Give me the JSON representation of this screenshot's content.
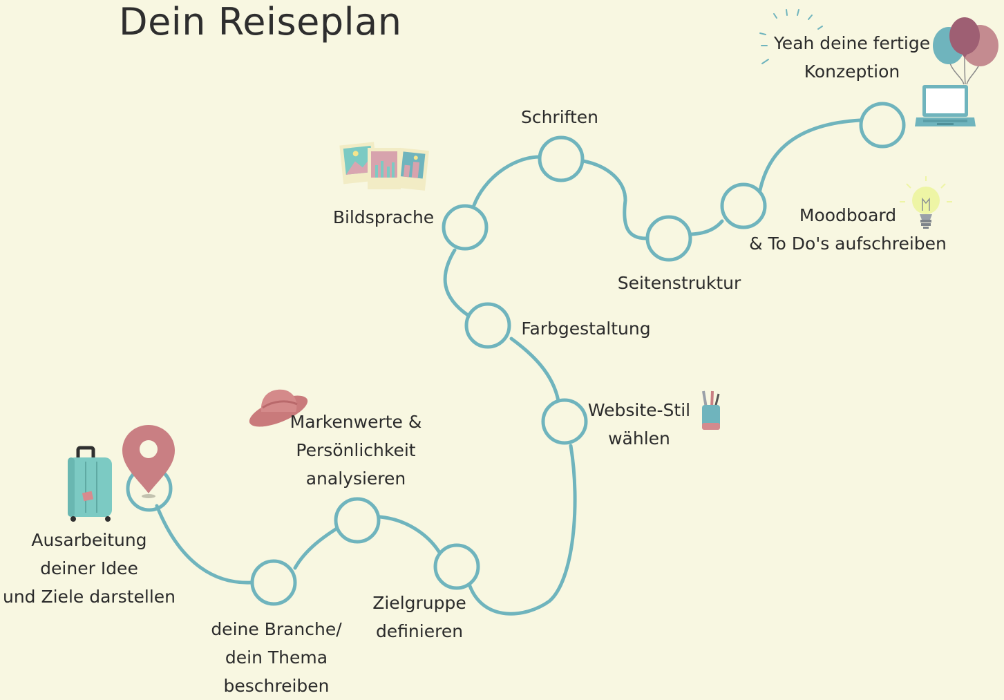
{
  "title": "Dein Reiseplan",
  "colors": {
    "background": "#f8f7e1",
    "path": "#6fb4bd",
    "pin": "#c97f83",
    "suitcase": "#7ccac3"
  },
  "steps": [
    {
      "lines": [
        "Ausarbeitung",
        "deiner Idee",
        "und Ziele darstellen"
      ]
    },
    {
      "lines": [
        "deine Branche/",
        "dein Thema",
        "beschreiben"
      ]
    },
    {
      "lines": [
        "Markenwerte &",
        "Persönlichkeit",
        "analysieren"
      ]
    },
    {
      "lines": [
        "Zielgruppe",
        "definieren"
      ]
    },
    {
      "lines": [
        "Website-Stil",
        "wählen"
      ]
    },
    {
      "lines": [
        "Farbgestaltung"
      ]
    },
    {
      "lines": [
        "Bildsprache"
      ]
    },
    {
      "lines": [
        "Schriften"
      ]
    },
    {
      "lines": [
        "Seitenstruktur"
      ]
    },
    {
      "lines": [
        "Moodboard",
        "& To Do's aufschreiben"
      ]
    },
    {
      "lines": [
        "Yeah deine fertige",
        "Konzeption"
      ]
    }
  ],
  "icons": {
    "start": "map-pin-icon",
    "suitcase": "suitcase-icon",
    "hat": "sun-hat-icon",
    "pencils": "pencil-cup-icon",
    "photos": "photo-cards-icon",
    "bulb": "light-bulb-icon",
    "balloons": "balloons-icon",
    "laptop": "laptop-icon"
  }
}
